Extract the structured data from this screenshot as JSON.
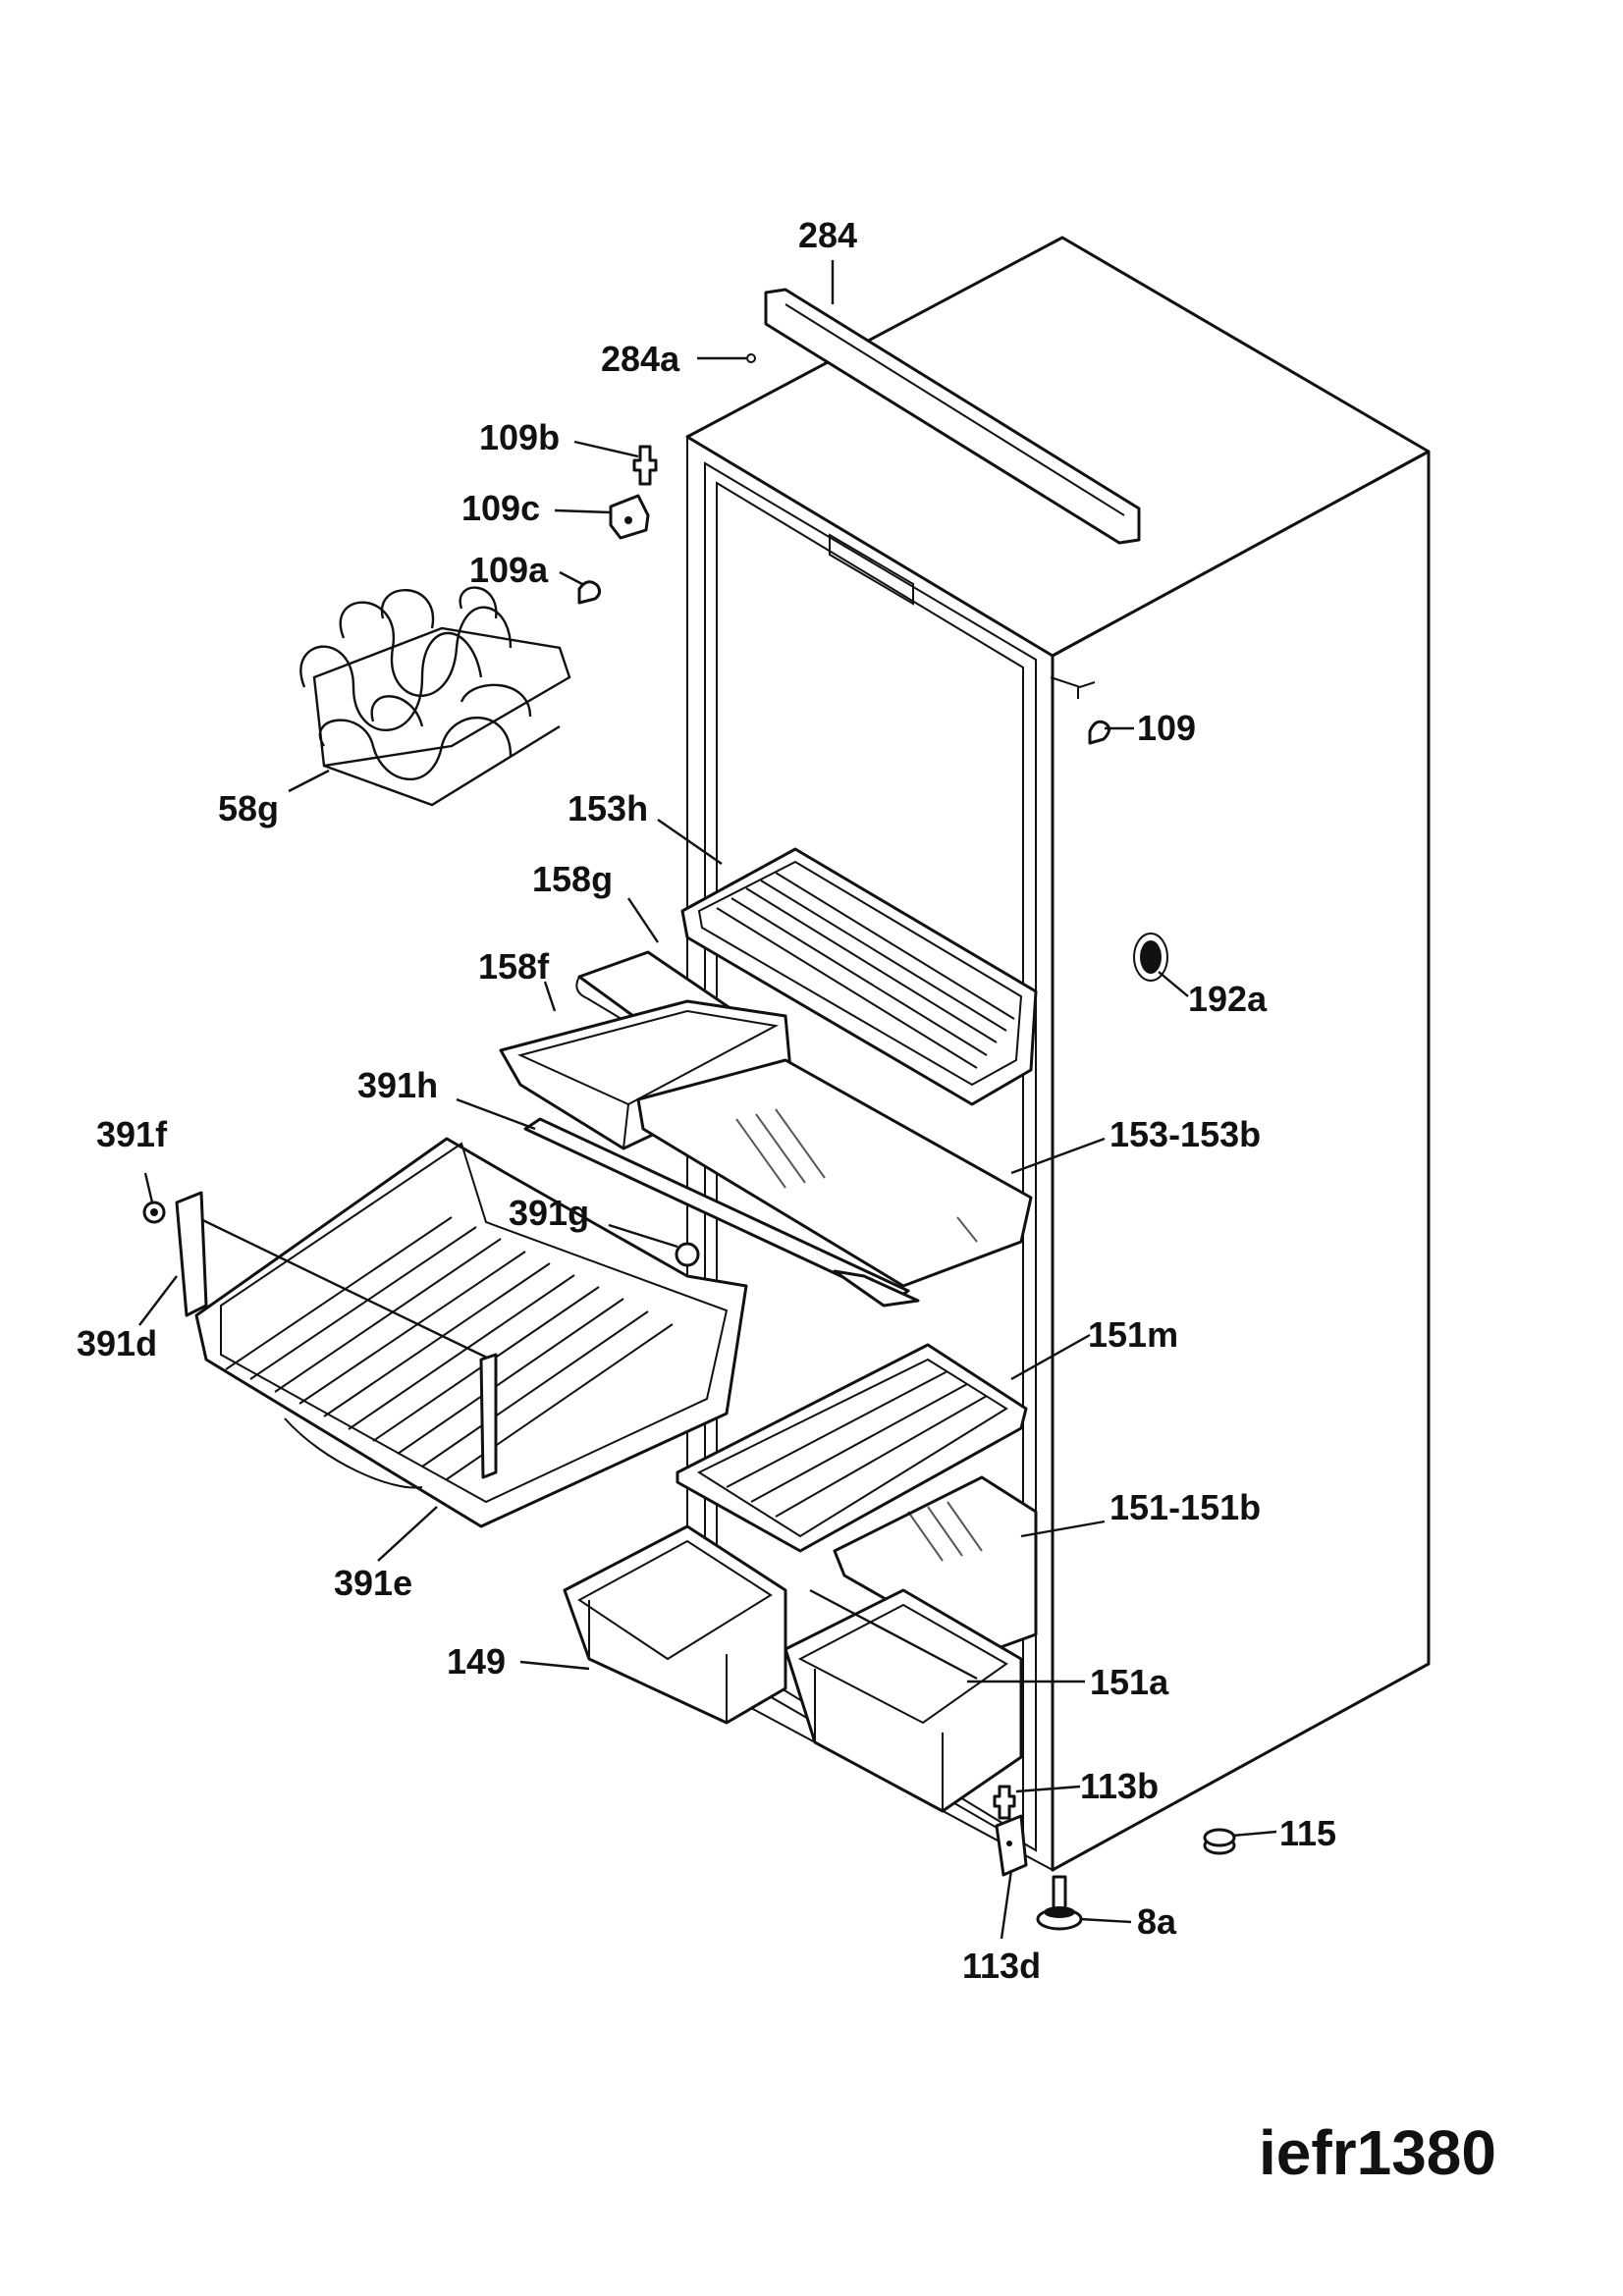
{
  "diagram": {
    "code": "iefr1380",
    "labels": {
      "l284": "284",
      "l284a": "284a",
      "l109b": "109b",
      "l109c": "109c",
      "l109a": "109a",
      "l109": "109",
      "l58g": "58g",
      "l153h": "153h",
      "l158g": "158g",
      "l158f": "158f",
      "l192a": "192a",
      "l391h": "391h",
      "l153_153b": "153-153b",
      "l391f": "391f",
      "l391g": "391g",
      "l391d": "391d",
      "l151m": "151m",
      "l151_151b": "151-151b",
      "l391e": "391e",
      "l149": "149",
      "l151a": "151a",
      "l113b": "113b",
      "l115": "115",
      "l8a": "8a",
      "l113d": "113d"
    }
  }
}
